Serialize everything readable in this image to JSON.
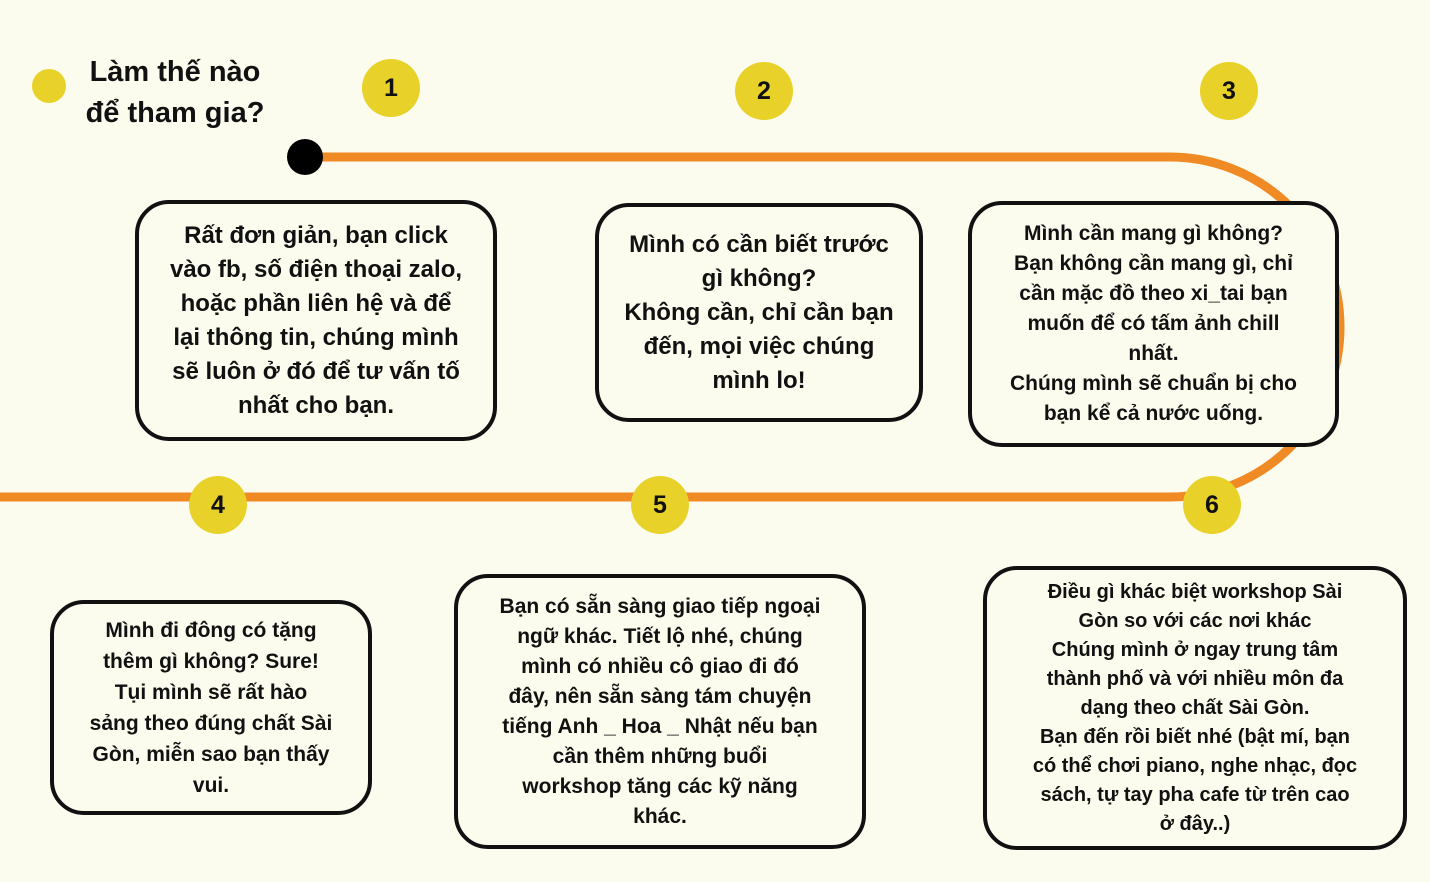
{
  "title": {
    "line1": "Làm thế nào",
    "line2": "để tham gia?"
  },
  "colors": {
    "background": "#fbfbee",
    "accent_yellow": "#e8d22a",
    "path_orange": "#f08a24",
    "border": "#111111"
  },
  "steps": [
    {
      "number": "1",
      "text": "Rất đơn giản, bạn click\nvào fb, số điện thoại zalo,\nhoặc phần liên hệ và để\nlại thông tin, chúng mình\nsẽ luôn ở đó để tư vấn tố\nnhất cho bạn."
    },
    {
      "number": "2",
      "text": " Mình có cần biết trước\ngì không?\nKhông cần, chỉ cần bạn\nđến, mọi việc chúng\nmình lo!"
    },
    {
      "number": "3",
      "text": " Mình cần mang gì không?\nBạn không cần mang gì, chỉ\ncần mặc đồ theo xi_tai bạn\nmuốn để có tấm ảnh chill\nnhất.\nChúng mình sẽ chuẩn bị cho\nbạn kể cả nước uống."
    },
    {
      "number": "4",
      "text": "Mình đi đông có tặng\nthêm gì không? Sure!\nTụi mình sẽ rất hào\nsảng theo đúng chất Sài\nGòn, miễn sao bạn thấy\nvui."
    },
    {
      "number": "5",
      "text": "Bạn có sẵn sàng giao tiếp ngoại\nngữ khác. Tiết lộ nhé, chúng\nmình có nhiều cô giao đi đó\nđây, nên sẵn sàng tám chuyện\ntiếng Anh _ Hoa _ Nhật nếu bạn\ncần thêm những buổi\nworkshop tăng các kỹ năng\nkhác."
    },
    {
      "number": "6",
      "text": "Điều gì khác biệt workshop Sài\nGòn so với các nơi khác\nChúng mình ở ngay trung tâm\nthành phố và với nhiều môn đa\ndạng theo chất Sài Gòn.\nBạn đến rồi biết nhé (bật mí, bạn\ncó thể chơi piano, nghe nhạc, đọc\nsách, tự tay pha cafe từ trên cao\nở đây..)"
    }
  ]
}
